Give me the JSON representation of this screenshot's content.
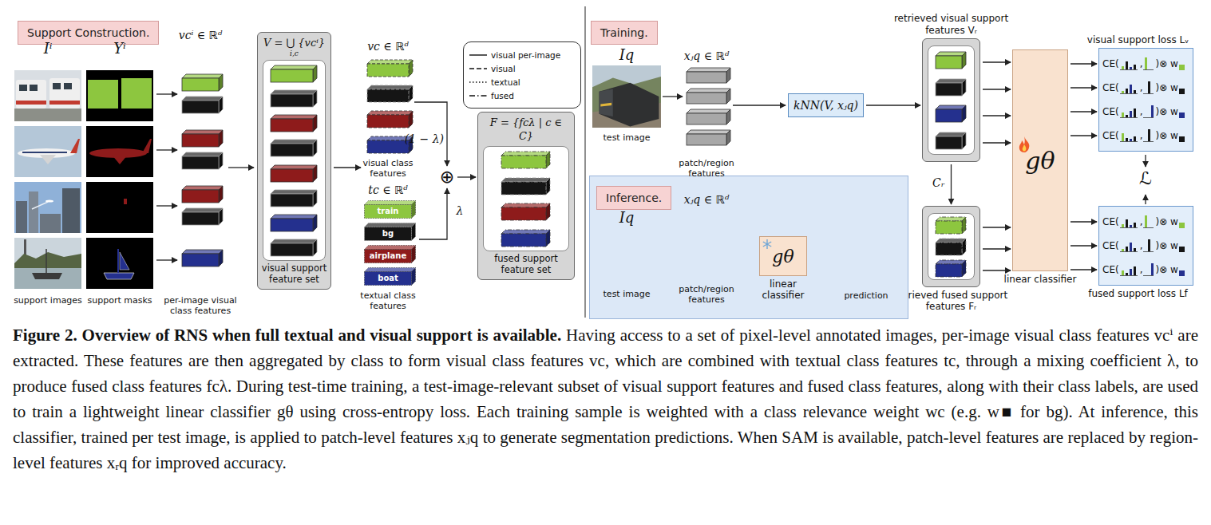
{
  "diagram": {
    "caption": "Figure 2. Overview of RNS when full textual and visual support is available. Having access to a set of pixel-level annotated images, per-image visual class features vcⁱ are extracted. These features are then aggregated by class to form visual class features vc, which are combined with textual class features tc, through a mixing coefficient λ, to produce fused class features fcλ. During test-time training, a test-image-relevant subset of visual support features and fused class features, along with their class labels, are used to train a lightweight linear classifier gθ using cross-entropy loss. Each training sample is weighted with a class relevance weight wc (e.g. w■ for bg). At inference, this classifier, trained per test image, is applied to patch-level features xⱼq to generate segmentation predictions. When SAM is available, patch-level features are replaced by region-level features xᵣq for improved accuracy.",
    "nodes": [
      {
        "text": [
          "Support Construction."
        ]
      },
      {
        "text": [
          "V = ⋃ {vcⁱ}",
          "i,c",
          "visual support feature set"
        ]
      },
      {
        "text": [
          "train"
        ]
      },
      {
        "text": [
          "bg"
        ]
      },
      {
        "text": [
          "airplane"
        ]
      },
      {
        "text": [
          "boat"
        ]
      },
      {
        "text": [
          "F = {fcλ | c ∈ C}",
          "fused support feature set"
        ]
      },
      {
        "text": [
          "Training."
        ]
      },
      {
        "text": [
          "kNN(V, xⱼq)"
        ]
      },
      {
        "text": [
          "retrieved visual support features Vᵣ"
        ]
      },
      {
        "text": [
          "retrieved fused support features Fᵣ"
        ]
      },
      {
        "text": [
          "gθ",
          "linear classifier"
        ]
      },
      {
        "text": [
          "visual support loss Lᵥ",
          "CE(",
          ",",
          ")⊗ w",
          "CE(",
          ",",
          ")⊗ w",
          "CE(",
          ",",
          ")⊗ w",
          "CE(",
          ",",
          ")⊗ w"
        ]
      },
      {
        "text": [
          "fused support loss Lf",
          "CE(",
          ",",
          ")⊗ w",
          "CE(",
          ",",
          ")⊗ w",
          "CE(",
          ",",
          ")⊗ w"
        ]
      },
      {
        "text": [
          "Inference."
        ]
      },
      {
        "text": [
          "gθ",
          "linear classifier"
        ],
        "in": 14
      }
    ],
    "edges": [
      {
        "from": 8,
        "to": 9,
        "arrow": "to"
      },
      {
        "from": 9,
        "to": 10,
        "arrow": "to",
        "label": "Cᵣ"
      },
      {
        "from": 9,
        "to": 11,
        "arrow": "to"
      },
      {
        "from": 9,
        "to": 11,
        "arrow": "to"
      },
      {
        "from": 9,
        "to": 11,
        "arrow": "to"
      },
      {
        "from": 9,
        "to": 11,
        "arrow": "to"
      },
      {
        "from": 10,
        "to": 11,
        "arrow": "to"
      },
      {
        "from": 10,
        "to": 11,
        "arrow": "to"
      },
      {
        "from": 10,
        "to": 11,
        "arrow": "to"
      },
      {
        "from": 11,
        "to": 12,
        "arrow": "to"
      },
      {
        "from": 11,
        "to": 12,
        "arrow": "to"
      },
      {
        "from": 11,
        "to": 12,
        "arrow": "to"
      },
      {
        "from": 11,
        "to": 12,
        "arrow": "to"
      },
      {
        "from": 11,
        "to": 13,
        "arrow": "to"
      },
      {
        "from": 11,
        "to": 13,
        "arrow": "to"
      },
      {
        "from": 11,
        "to": 13,
        "arrow": "to"
      }
    ],
    "labels": [
      "Iⁱ",
      "Yⁱ",
      "vcⁱ ∈ ℝᵈ",
      "support images",
      "support masks",
      "per-image visual class features",
      "vc ∈ ℝᵈ",
      "visual class features",
      "tc ∈ ℝᵈ",
      "textual class features",
      "(1 − λ)",
      "⊕",
      "λ",
      "Iq",
      "test image",
      "xⱼq ∈ ℝᵈ",
      "patch/region features",
      "ℒ",
      "Iq",
      "test image",
      "xⱼq ∈ ℝᵈ",
      "patch/region features",
      "prediction"
    ],
    "legend": [
      {
        "text": "visual per-image"
      },
      {
        "text": "visual"
      },
      {
        "text": "textual"
      },
      {
        "text": "fused"
      }
    ]
  }
}
